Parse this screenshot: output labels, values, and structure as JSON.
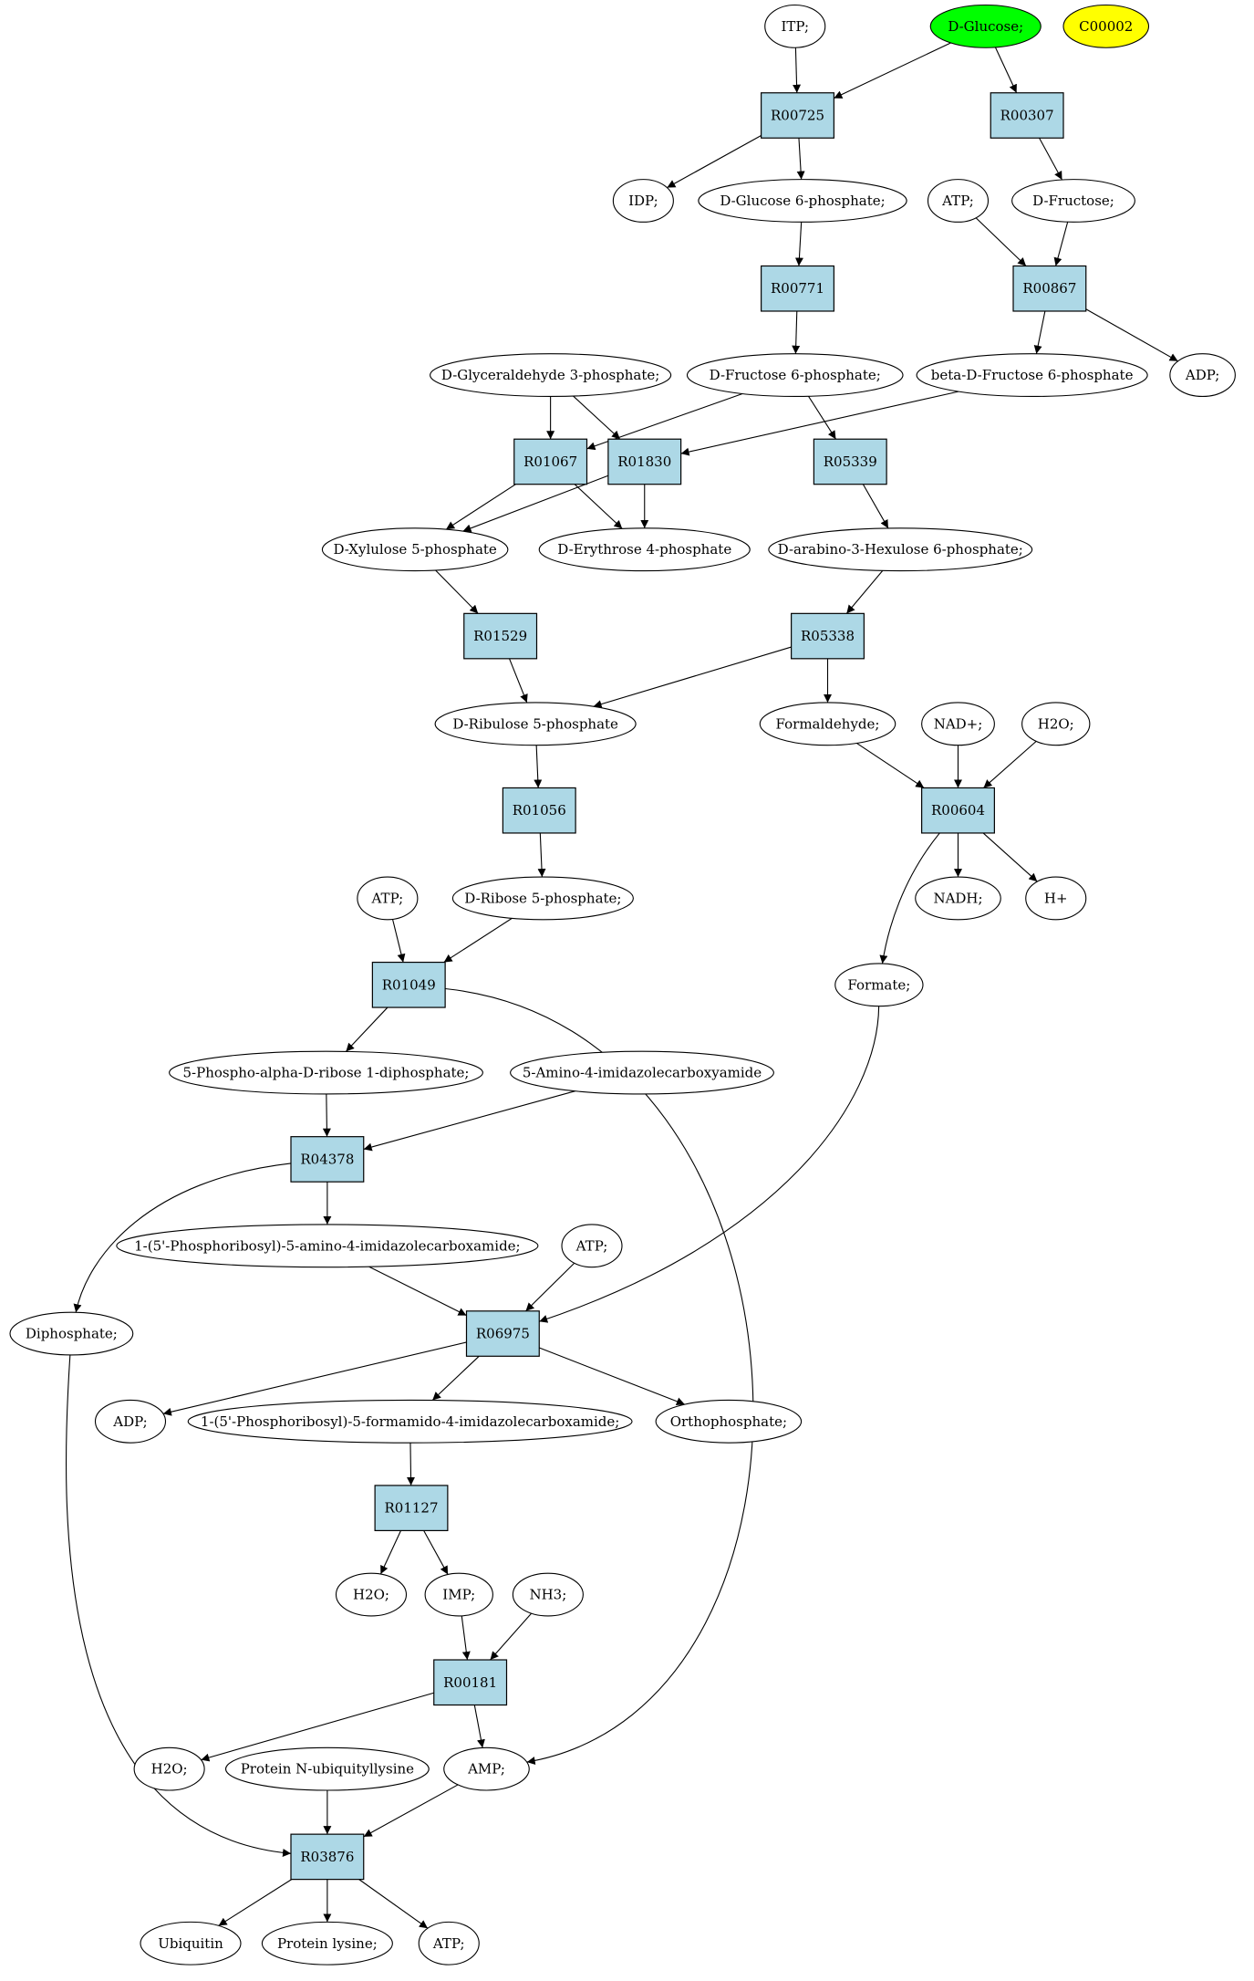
{
  "colors": {
    "reaction_fill": "#add8e6",
    "compound_fill": "#ffffff",
    "start_compound_fill": "#00ff00",
    "target_compound_fill": "#ffff00",
    "stroke": "#000000"
  },
  "compounds": [
    {
      "id": "itp",
      "label": "ITP;",
      "fill": "#ffffff"
    },
    {
      "id": "glucose",
      "label": "D-Glucose;",
      "fill": "#00ff00"
    },
    {
      "id": "c00002",
      "label": "C00002",
      "fill": "#ffff00"
    },
    {
      "id": "idp",
      "label": "IDP;",
      "fill": "#ffffff"
    },
    {
      "id": "g6p",
      "label": "D-Glucose 6-phosphate;",
      "fill": "#ffffff"
    },
    {
      "id": "atp1",
      "label": "ATP;",
      "fill": "#ffffff"
    },
    {
      "id": "fructose",
      "label": "D-Fructose;",
      "fill": "#ffffff"
    },
    {
      "id": "gap",
      "label": "D-Glyceraldehyde 3-phosphate;",
      "fill": "#ffffff"
    },
    {
      "id": "f6p",
      "label": "D-Fructose 6-phosphate;",
      "fill": "#ffffff"
    },
    {
      "id": "bf6p",
      "label": "beta-D-Fructose 6-phosphate",
      "fill": "#ffffff"
    },
    {
      "id": "adp1",
      "label": "ADP;",
      "fill": "#ffffff"
    },
    {
      "id": "xu5p",
      "label": "D-Xylulose 5-phosphate",
      "fill": "#ffffff"
    },
    {
      "id": "e4p",
      "label": "D-Erythrose 4-phosphate",
      "fill": "#ffffff"
    },
    {
      "id": "hu6p",
      "label": "D-arabino-3-Hexulose 6-phosphate;",
      "fill": "#ffffff"
    },
    {
      "id": "ru5p",
      "label": "D-Ribulose 5-phosphate",
      "fill": "#ffffff"
    },
    {
      "id": "formaldehyde",
      "label": "Formaldehyde;",
      "fill": "#ffffff"
    },
    {
      "id": "nad",
      "label": "NAD+;",
      "fill": "#ffffff"
    },
    {
      "id": "h2o1",
      "label": "H2O;",
      "fill": "#ffffff"
    },
    {
      "id": "atp2",
      "label": "ATP;",
      "fill": "#ffffff"
    },
    {
      "id": "r5p",
      "label": "D-Ribose 5-phosphate;",
      "fill": "#ffffff"
    },
    {
      "id": "nadh",
      "label": "NADH;",
      "fill": "#ffffff"
    },
    {
      "id": "hplus",
      "label": "H+",
      "fill": "#ffffff"
    },
    {
      "id": "formate",
      "label": "Formate;",
      "fill": "#ffffff"
    },
    {
      "id": "prpp",
      "label": "5-Phospho-alpha-D-ribose 1-diphosphate;",
      "fill": "#ffffff"
    },
    {
      "id": "aica",
      "label": "5-Amino-4-imidazolecarboxyamide",
      "fill": "#ffffff"
    },
    {
      "id": "aicar",
      "label": "1-(5'-Phosphoribosyl)-5-amino-4-imidazolecarboxamide;",
      "fill": "#ffffff"
    },
    {
      "id": "atp3",
      "label": "ATP;",
      "fill": "#ffffff"
    },
    {
      "id": "diphosphate",
      "label": "Diphosphate;",
      "fill": "#ffffff"
    },
    {
      "id": "adp2",
      "label": "ADP;",
      "fill": "#ffffff"
    },
    {
      "id": "faicar",
      "label": "1-(5'-Phosphoribosyl)-5-formamido-4-imidazolecarboxamide;",
      "fill": "#ffffff"
    },
    {
      "id": "orthophosphate",
      "label": "Orthophosphate;",
      "fill": "#ffffff"
    },
    {
      "id": "h2o2",
      "label": "H2O;",
      "fill": "#ffffff"
    },
    {
      "id": "imp",
      "label": "IMP;",
      "fill": "#ffffff"
    },
    {
      "id": "nh3",
      "label": "NH3;",
      "fill": "#ffffff"
    },
    {
      "id": "h2o3",
      "label": "H2O;",
      "fill": "#ffffff"
    },
    {
      "id": "protubi",
      "label": "Protein N-ubiquityllysine",
      "fill": "#ffffff"
    },
    {
      "id": "amp",
      "label": "AMP;",
      "fill": "#ffffff"
    },
    {
      "id": "ubiquitin",
      "label": "Ubiquitin",
      "fill": "#ffffff"
    },
    {
      "id": "protlys",
      "label": "Protein lysine;",
      "fill": "#ffffff"
    },
    {
      "id": "atp4",
      "label": "ATP;",
      "fill": "#ffffff"
    }
  ],
  "reactions": [
    {
      "id": "R00725",
      "label": "R00725"
    },
    {
      "id": "R00307",
      "label": "R00307"
    },
    {
      "id": "R00771",
      "label": "R00771"
    },
    {
      "id": "R00867",
      "label": "R00867"
    },
    {
      "id": "R01067",
      "label": "R01067"
    },
    {
      "id": "R01830",
      "label": "R01830"
    },
    {
      "id": "R05339",
      "label": "R05339"
    },
    {
      "id": "R01529",
      "label": "R01529"
    },
    {
      "id": "R05338",
      "label": "R05338"
    },
    {
      "id": "R01056",
      "label": "R01056"
    },
    {
      "id": "R00604",
      "label": "R00604"
    },
    {
      "id": "R01049",
      "label": "R01049"
    },
    {
      "id": "R04378",
      "label": "R04378"
    },
    {
      "id": "R06975",
      "label": "R06975"
    },
    {
      "id": "R01127",
      "label": "R01127"
    },
    {
      "id": "R00181",
      "label": "R00181"
    },
    {
      "id": "R03876",
      "label": "R03876"
    }
  ],
  "edges": [
    {
      "from": "itp",
      "to": "R00725"
    },
    {
      "from": "glucose",
      "to": "R00725"
    },
    {
      "from": "glucose",
      "to": "R00307"
    },
    {
      "from": "R00725",
      "to": "idp"
    },
    {
      "from": "R00725",
      "to": "g6p"
    },
    {
      "from": "R00307",
      "to": "fructose"
    },
    {
      "from": "g6p",
      "to": "R00771"
    },
    {
      "from": "atp1",
      "to": "R00867"
    },
    {
      "from": "fructose",
      "to": "R00867"
    },
    {
      "from": "R00771",
      "to": "f6p"
    },
    {
      "from": "R00867",
      "to": "bf6p"
    },
    {
      "from": "R00867",
      "to": "adp1"
    },
    {
      "from": "gap",
      "to": "R01067"
    },
    {
      "from": "gap",
      "to": "R01830"
    },
    {
      "from": "f6p",
      "to": "R01067"
    },
    {
      "from": "f6p",
      "to": "R05339"
    },
    {
      "from": "bf6p",
      "to": "R01830"
    },
    {
      "from": "R01067",
      "to": "xu5p"
    },
    {
      "from": "R01067",
      "to": "e4p"
    },
    {
      "from": "R01830",
      "to": "xu5p"
    },
    {
      "from": "R01830",
      "to": "e4p"
    },
    {
      "from": "R05339",
      "to": "hu6p"
    },
    {
      "from": "xu5p",
      "to": "R01529"
    },
    {
      "from": "hu6p",
      "to": "R05338"
    },
    {
      "from": "R01529",
      "to": "ru5p"
    },
    {
      "from": "R05338",
      "to": "ru5p"
    },
    {
      "from": "R05338",
      "to": "formaldehyde"
    },
    {
      "from": "ru5p",
      "to": "R01056"
    },
    {
      "from": "formaldehyde",
      "to": "R00604"
    },
    {
      "from": "nad",
      "to": "R00604"
    },
    {
      "from": "h2o1",
      "to": "R00604"
    },
    {
      "from": "R01056",
      "to": "r5p"
    },
    {
      "from": "R00604",
      "to": "nadh"
    },
    {
      "from": "R00604",
      "to": "hplus"
    },
    {
      "from": "R00604",
      "to": "formate"
    },
    {
      "from": "atp2",
      "to": "R01049"
    },
    {
      "from": "r5p",
      "to": "R01049"
    },
    {
      "from": "R01049",
      "to": "prpp"
    },
    {
      "from": "R01049",
      "to": "amp"
    },
    {
      "from": "prpp",
      "to": "R04378"
    },
    {
      "from": "aica",
      "to": "R04378"
    },
    {
      "from": "R04378",
      "to": "aicar"
    },
    {
      "from": "R04378",
      "to": "diphosphate"
    },
    {
      "from": "aicar",
      "to": "R06975"
    },
    {
      "from": "atp3",
      "to": "R06975"
    },
    {
      "from": "formate",
      "to": "R06975"
    },
    {
      "from": "R06975",
      "to": "adp2"
    },
    {
      "from": "R06975",
      "to": "faicar"
    },
    {
      "from": "R06975",
      "to": "orthophosphate"
    },
    {
      "from": "faicar",
      "to": "R01127"
    },
    {
      "from": "R01127",
      "to": "h2o2"
    },
    {
      "from": "R01127",
      "to": "imp"
    },
    {
      "from": "imp",
      "to": "R00181"
    },
    {
      "from": "nh3",
      "to": "R00181"
    },
    {
      "from": "R00181",
      "to": "h2o3"
    },
    {
      "from": "R00181",
      "to": "amp"
    },
    {
      "from": "protubi",
      "to": "R03876"
    },
    {
      "from": "amp",
      "to": "R03876"
    },
    {
      "from": "diphosphate",
      "to": "R03876"
    },
    {
      "from": "R03876",
      "to": "ubiquitin"
    },
    {
      "from": "R03876",
      "to": "protlys"
    },
    {
      "from": "R03876",
      "to": "atp4"
    }
  ]
}
